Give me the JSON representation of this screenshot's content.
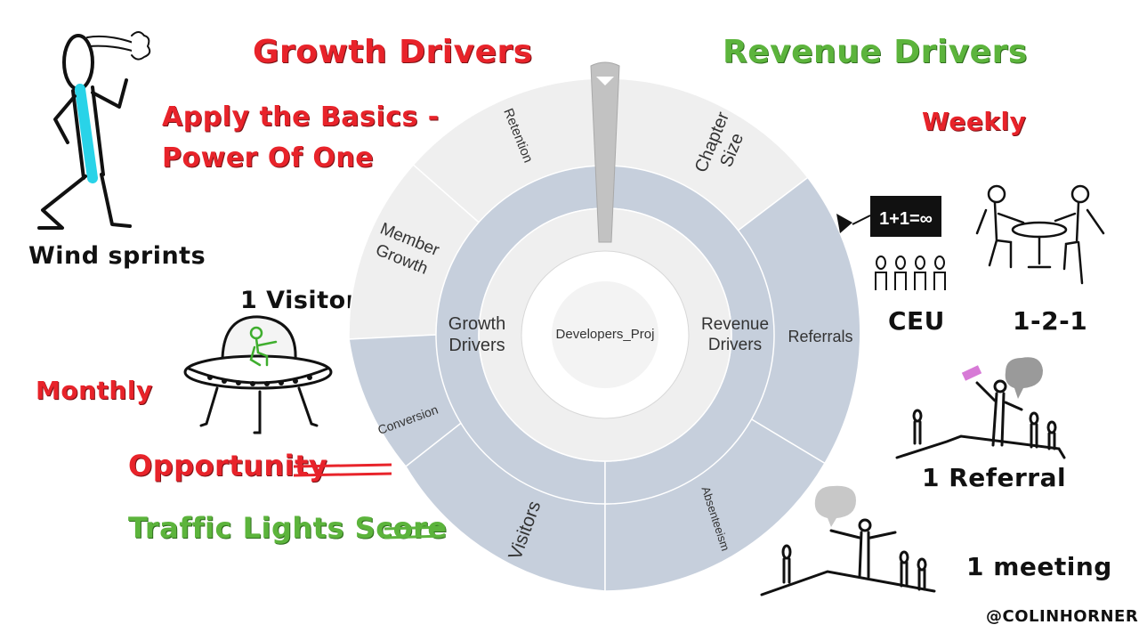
{
  "headings": {
    "growth": "Growth Drivers",
    "revenue": "Revenue Drivers",
    "basics_line1": "Apply the Basics -",
    "basics_line2": "Power Of One",
    "weekly": "Weekly",
    "monthly": "Monthly"
  },
  "labels": {
    "wind_sprints": "Wind sprints",
    "visitor": "1 Visitor",
    "opportunity": "Opportunity",
    "traffic_lights": "Traffic Lights Score",
    "ceu": "CEU",
    "one_to_one": "1-2-1",
    "referral": "1 Referral",
    "meeting": "1 meeting",
    "credit": "@COLINHORNER",
    "board": "1+1=∞"
  },
  "wheel": {
    "center": "Developers_Proj",
    "middle": {
      "growth_line1": "Growth",
      "growth_line2": "Drivers",
      "revenue_line1": "Revenue",
      "revenue_line2": "Drivers"
    },
    "outer": {
      "retention": "Retention",
      "chapter_line1": "Chapter",
      "chapter_line2": "Size",
      "member_line1": "Member",
      "member_line2": "Growth",
      "referrals": "Referrals",
      "conversion": "Conversion",
      "visitors": "Visitors",
      "absenteeism": "Absenteeism"
    }
  },
  "colors": {
    "red": "#e8232a",
    "green": "#5cb43c",
    "ring_light": "#efefef",
    "ring_blue": "#c6cfdc",
    "needle": "#c2c2c2",
    "stroke": "#ffffff",
    "alien": "#3fae2e",
    "cyan": "#29d3e8"
  }
}
